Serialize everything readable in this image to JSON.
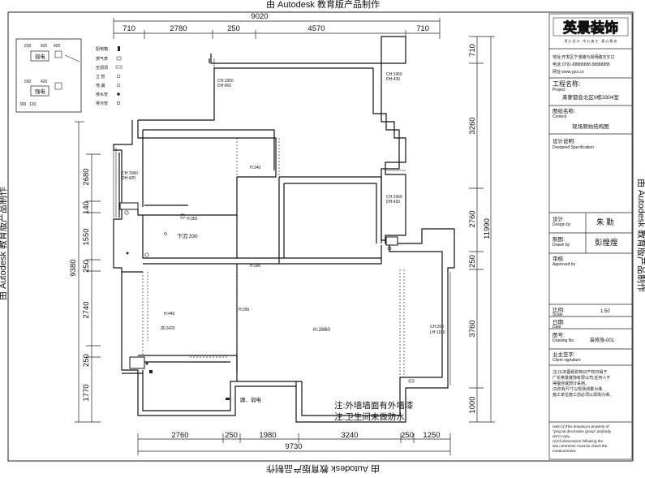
{
  "watermark": {
    "top": "由 Autodesk 教育版产品制作",
    "bottom": "由 Autodesk 教育版产品制作",
    "left": "由 Autodesk 教育版产品制作",
    "right": "由 Autodesk 教育版产品制作"
  },
  "dimensions": {
    "top_total": "9020",
    "top_segments": [
      "710",
      "2780",
      "250",
      "4570",
      "710"
    ],
    "left_total": "9380",
    "left_segments": [
      "2680",
      "140",
      "1550",
      "250",
      "2740",
      "250",
      "1770"
    ],
    "right_total": "11990",
    "right_segments": [
      "710",
      "3260",
      "2760",
      "250",
      "3760",
      "1000"
    ],
    "bottom_total": "9730",
    "bottom_segments": [
      "2760",
      "250",
      "1980",
      "3240",
      "250",
      "1250"
    ]
  },
  "legend": {
    "mini_top": [
      "630",
      "420",
      "弱电",
      "420"
    ],
    "mini_bottom": [
      "550",
      "420",
      "300",
      "120",
      "强电"
    ],
    "items": [
      {
        "label": "配电箱",
        "icon": "panel-icon"
      },
      {
        "label": "燃气表",
        "icon": "gas-meter-icon"
      },
      {
        "label": "空调洞",
        "icon": "ac-hole-icon"
      },
      {
        "label": "立 管",
        "icon": "riser-icon"
      },
      {
        "label": "地 漏",
        "icon": "floor-drain-icon"
      },
      {
        "label": "排水管",
        "icon": "drain-pipe-icon"
      },
      {
        "label": "排污管",
        "icon": "sewer-pipe-icon"
      }
    ]
  },
  "labels": {
    "ch1": "CH:1950",
    "dh1": "DH:450",
    "ch2": "CH:1960",
    "dh2": "DH:430",
    "ch3": "CH:1580",
    "dh3": "DH:420",
    "ch4": "CH:1960",
    "dh4": "DH:430",
    "h240": "H:240",
    "h350": "H:350",
    "down330": "下沉:330",
    "h390": "H:390",
    "h440": "H:440",
    "h290": "H:290",
    "high2420": "高:2420",
    "h2860": "H:2860",
    "ch200": "CH:200",
    "lh1100": "LH:1100",
    "toilet": "蹲、弱电",
    "note1": "注:外墙墙面有外墙漆",
    "note2": "注:卫生间未做防水"
  },
  "title_block": {
    "company": "英景装饰",
    "slogan": "用 心 设 计 · 专 心 施 工 · 真 心 服 务",
    "address": "地址:开发区宁波路与昆明路交叉口",
    "phone_label": "电话:",
    "phone": "0791-88888888 88888888",
    "web": "网址:www.yjzs.cn",
    "project_label": "工程名称:",
    "project_sub": "Project",
    "project_value": "莱蒙都会北区9栋3304室",
    "content_label": "图纸名称:",
    "content_sub": "Content",
    "content_value": "现场原始结构图",
    "spec_label": "设计说明:",
    "spec_sub": "Designed Specification",
    "designer_label": "设计:",
    "designer_sub": "Design by",
    "designer_name": "朱 勤",
    "drawn_label": "制图:",
    "drawn_sub": "Drawn by",
    "drawn_name": "彭煌煌",
    "approved_label": "审核:",
    "approved_sub": "Approved by",
    "scale_label": "比例:",
    "scale_sub": "Scale",
    "scale_value": "1:50",
    "date_label": "日期:",
    "date_sub": "Date",
    "no_label": "图号:",
    "no_sub": "Drawing No.",
    "no_value": "装修施-001",
    "owner_label": "业主签字:",
    "owner_sub": "Client signature",
    "notes_cn": [
      "注:(1)本图纸的知识产权归属于",
      "广东英景装饰有限公司,任何人不",
      "得擅自或部分采用。",
      "(2)所有尺寸以现场测量为准,",
      "施工单位施工前必须以现场为准。"
    ],
    "notes_en": [
      "note:(1)This drawing is property of",
      "\"ying tai decoration group\",anybody",
      "don't copy.",
      "(2)All dimensions following the",
      "site,contractor must be check the",
      "measurement."
    ]
  }
}
